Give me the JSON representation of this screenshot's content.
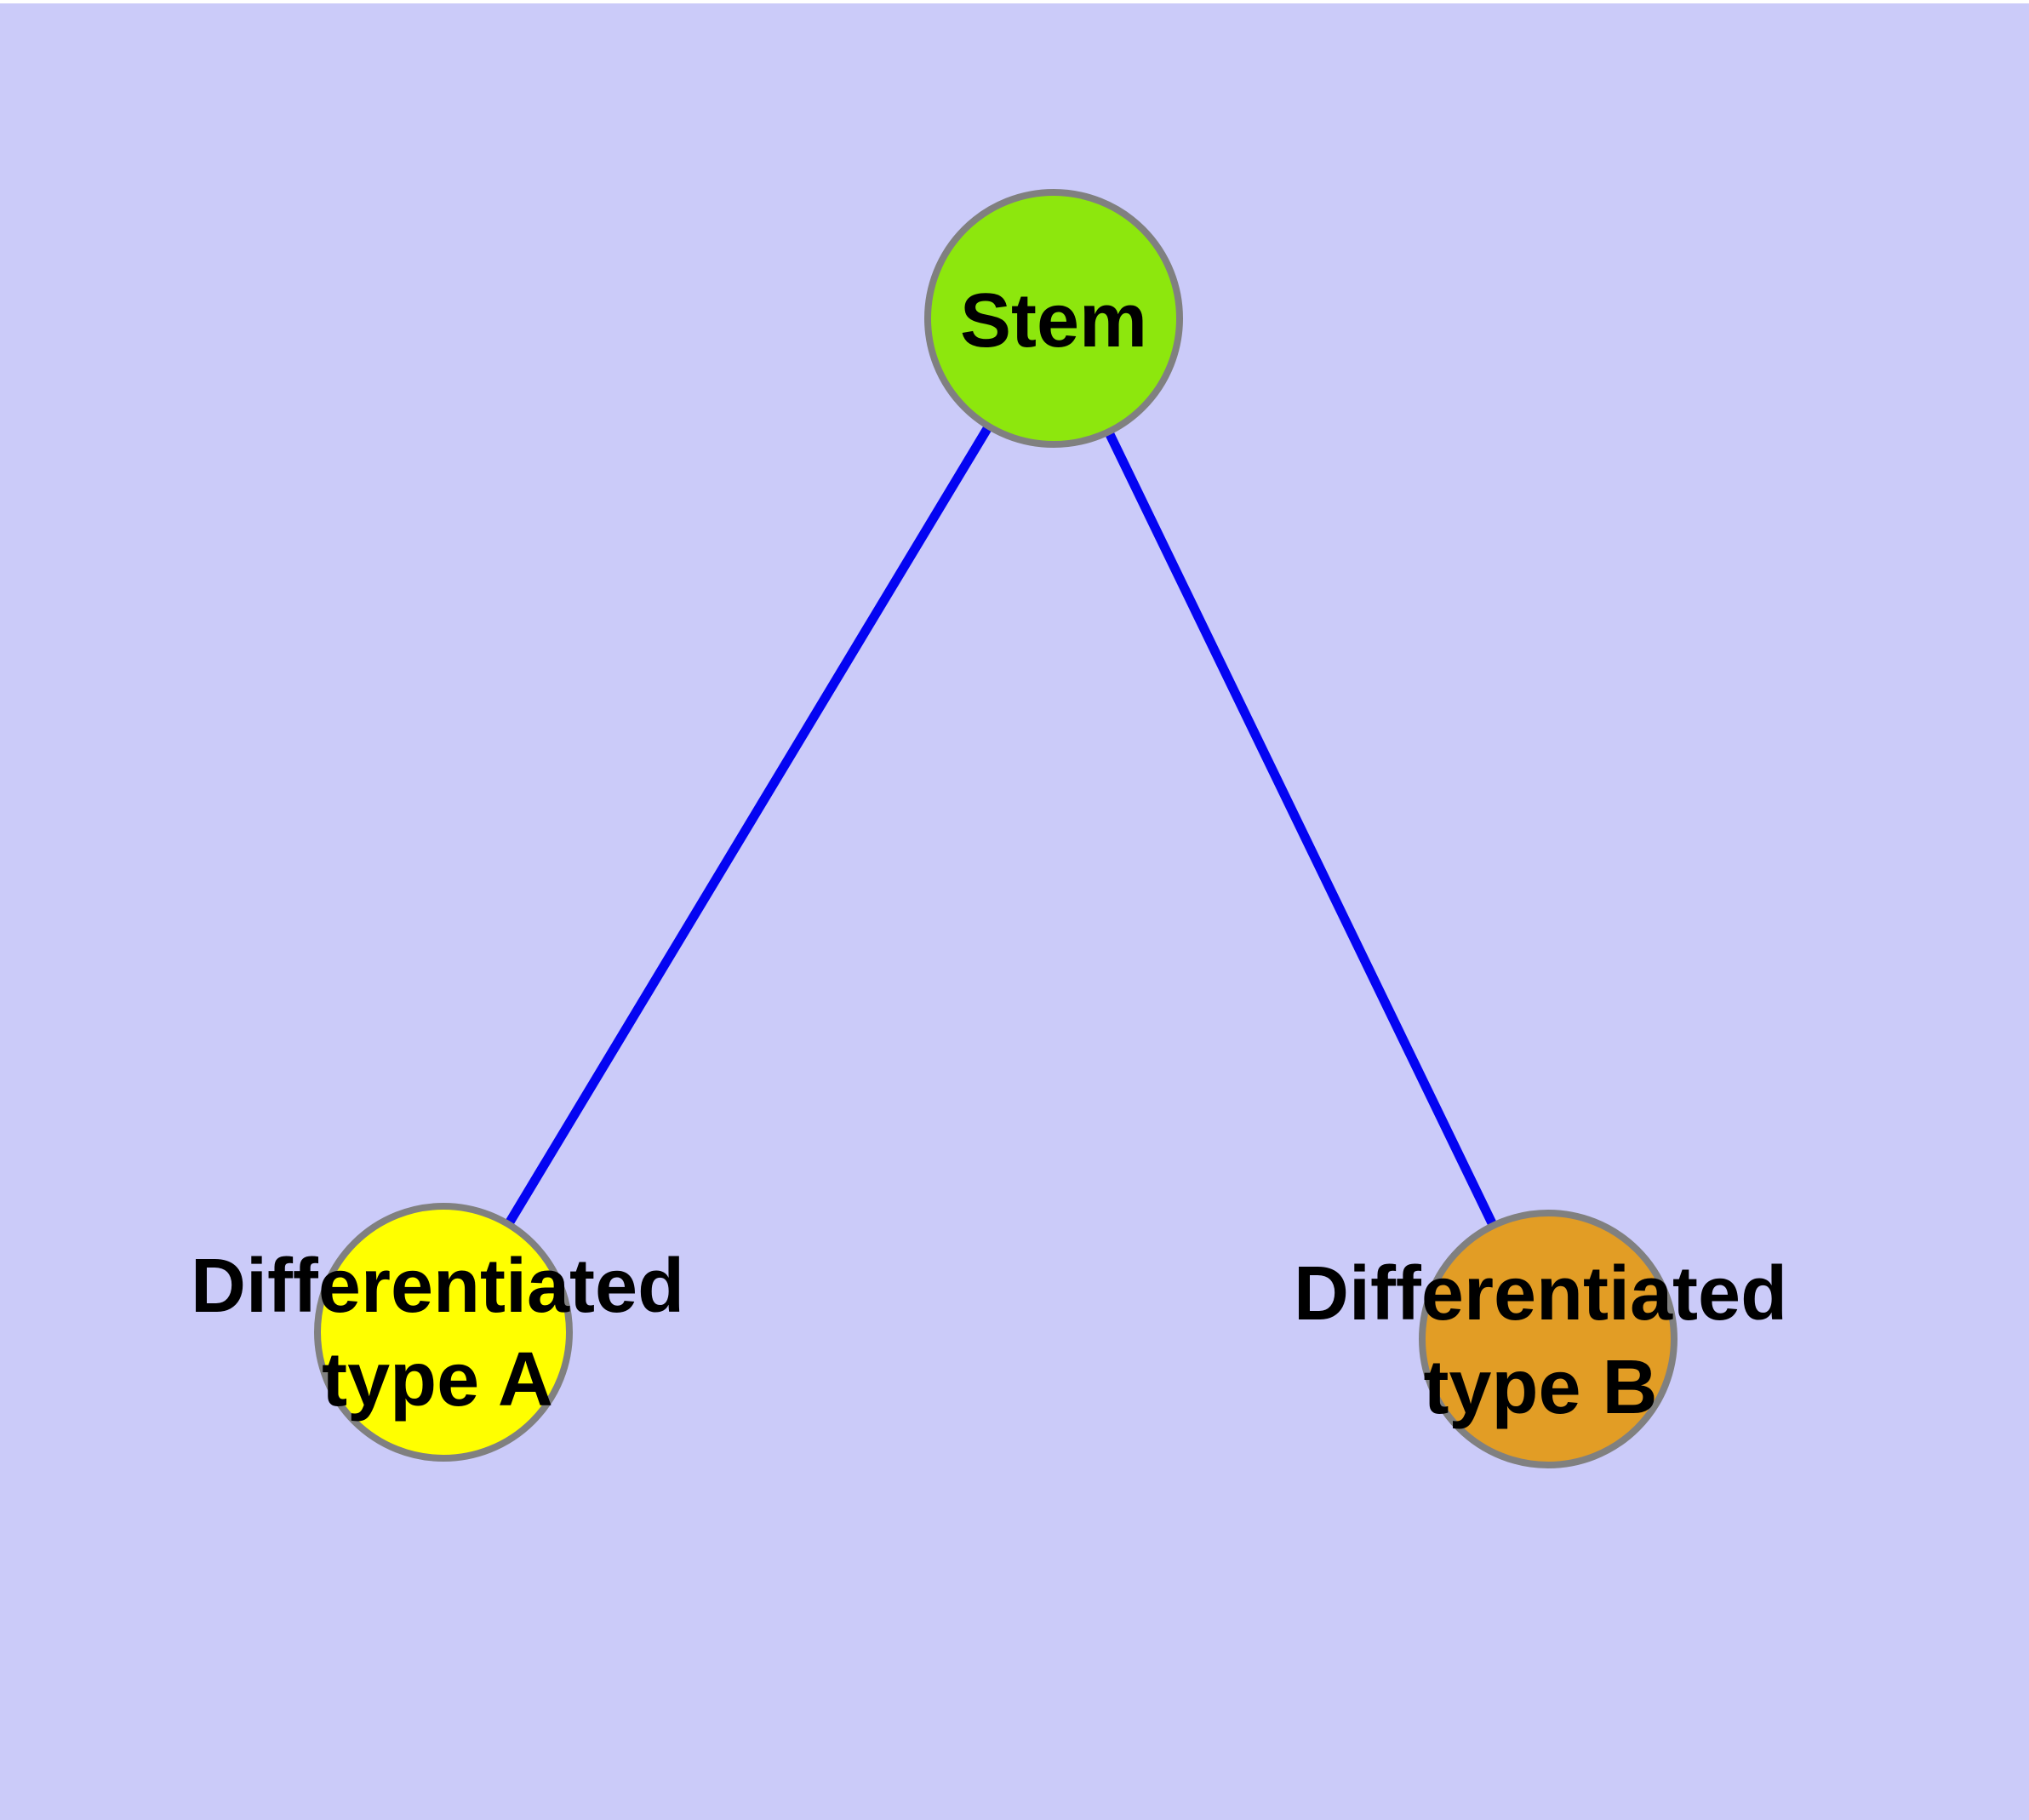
{
  "canvas": {
    "background": "#CBCBF9",
    "top_strip_color": "#FFFFFF"
  },
  "graph": {
    "type": "node-link-diagram",
    "nodes": [
      {
        "id": "stem",
        "label": "Stem",
        "fill": "#8DE70D",
        "border_color": "#808080",
        "shape": "circle"
      },
      {
        "id": "type-a",
        "label": "Differentiated\ntype A",
        "fill": "#FFFF00",
        "border_color": "#808080",
        "shape": "circle"
      },
      {
        "id": "type-b",
        "label": "Differentiated\ntype B",
        "fill": "#E29D25",
        "border_color": "#808080",
        "shape": "circle"
      }
    ],
    "edges": [
      {
        "from": "stem",
        "to": "type-a",
        "color": "#0404F2"
      },
      {
        "from": "stem",
        "to": "type-b",
        "color": "#0404F2"
      }
    ]
  }
}
